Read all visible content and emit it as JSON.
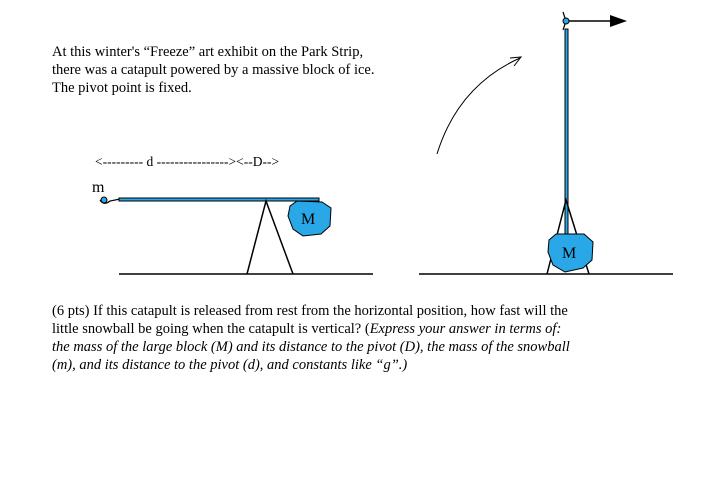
{
  "intro": {
    "line1": "At this winter's “Freeze” art exhibit on the Park Strip,",
    "line2": "there was a catapult powered by a massive block of ice.",
    "line3": "The pivot point is fixed."
  },
  "question": {
    "line1": "(6 pts) If this catapult is released from rest from the horizontal position, how fast will the",
    "line2_plain": "little snowball be going when the catapult is vertical?  (",
    "line2_italic": "Express your answer in terms of:",
    "line3": "the mass of the large block (M) and its distance to the pivot (D), the mass of the snowball",
    "line4": "(m), and its distance to the pivot (d), and constants like “g”.)"
  },
  "diagram": {
    "distance_label": "<--------- d ----------------><--D-->",
    "snowball_label": "m",
    "block_label_left": "M",
    "block_label_right": "M",
    "colors": {
      "ice": "#2aa7e6",
      "outline": "#000000"
    }
  }
}
